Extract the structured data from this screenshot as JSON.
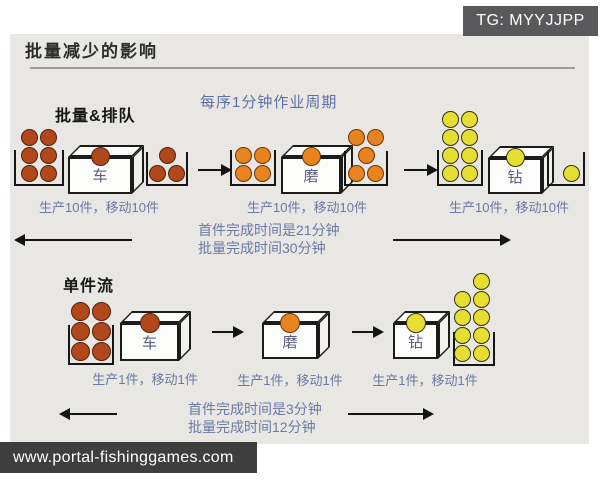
{
  "title": "批量减少的影响",
  "badges": {
    "tg": "TG: MYYJJPP",
    "site": "www.portal-fishinggames.com"
  },
  "colors": {
    "darkOrange": {
      "fill": "#b0481c",
      "edge": "#571f08"
    },
    "orange": {
      "fill": "#e8831f",
      "edge": "#6b3403"
    },
    "yellow": {
      "fill": "#e6de32",
      "edge": "#33330f"
    }
  },
  "batch": {
    "label": "批量&排队",
    "cycle_note": "每序1分钟作业周期",
    "stations": [
      {
        "machine": "车",
        "caption": "生产10件，移动10件"
      },
      {
        "machine": "磨",
        "caption": "生产10件，移动10件"
      },
      {
        "machine": "钻",
        "caption": "生产10件，移动10件"
      }
    ],
    "summary_line1": "首件完成时间是21分钟",
    "summary_line2": "批量完成时间30分钟"
  },
  "flow": {
    "label": "单件流",
    "stations": [
      {
        "machine": "车",
        "caption": "生产1件，移动1件"
      },
      {
        "machine": "磨",
        "caption": "生产1件，移动1件"
      },
      {
        "machine": "钻",
        "caption": "生产1件，移动1件"
      }
    ],
    "summary_line1": "首件完成时间是3分钟",
    "summary_line2": "批量完成时间12分钟"
  },
  "dots": {
    "b1_in": {
      "rows": [
        2,
        2,
        2
      ],
      "color": "darkOrange"
    },
    "b1_top": {
      "rows": [
        1
      ],
      "color": "darkOrange",
      "size": 19
    },
    "b1_out": {
      "rows": [
        1,
        2
      ],
      "color": "darkOrange"
    },
    "b2_in": {
      "rows": [
        2,
        2
      ],
      "color": "orange"
    },
    "b2_top": {
      "rows": [
        1
      ],
      "color": "orange",
      "size": 19
    },
    "b2_out": {
      "rows": [
        2,
        1,
        2
      ],
      "color": "orange"
    },
    "b3_in": {
      "rows": [
        2,
        2,
        2,
        2
      ],
      "color": "yellow"
    },
    "b3_top": {
      "rows": [
        1
      ],
      "color": "yellow",
      "size": 19
    },
    "b3_out": {
      "rows": [
        1
      ],
      "color": "yellow",
      "align": "right"
    },
    "f1_in": {
      "rows": [
        2,
        2,
        2
      ],
      "color": "darkOrange",
      "size": 19
    },
    "f1_top": {
      "rows": [
        1
      ],
      "color": "darkOrange",
      "size": 20
    },
    "f2_top": {
      "rows": [
        1
      ],
      "color": "orange",
      "size": 20
    },
    "f3_top": {
      "rows": [
        1
      ],
      "color": "yellow",
      "size": 20
    },
    "f3_out": {
      "rows": [
        1,
        2,
        2,
        2,
        2
      ],
      "color": "yellow",
      "align": "right"
    }
  }
}
